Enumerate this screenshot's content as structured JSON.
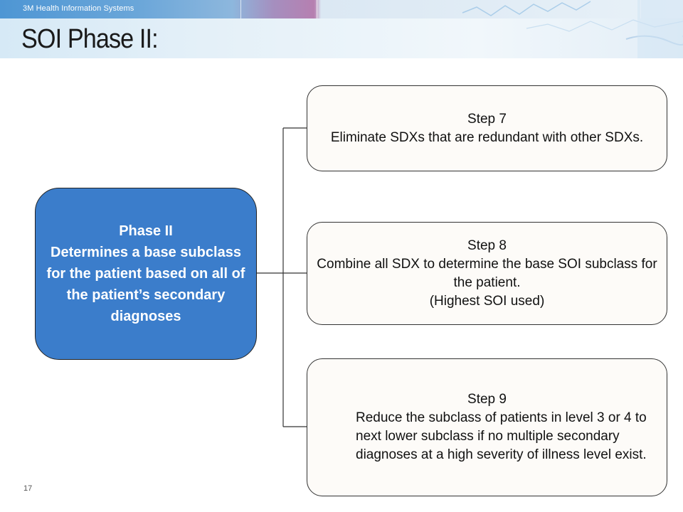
{
  "header": {
    "company": "3M Health Information Systems",
    "title": "SOI Phase II:"
  },
  "phase": {
    "title": "Phase II",
    "description": "Determines a base subclass for the patient based on all of the patient’s secondary diagnoses"
  },
  "steps": [
    {
      "label": "Step 7",
      "text": "Eliminate SDXs that are redundant with other SDXs."
    },
    {
      "label": "Step 8",
      "text": "Combine all SDX to determine the base SOI subclass for the  patient.",
      "note": "(Highest SOI used)"
    },
    {
      "label": "Step 9",
      "text": "Reduce the subclass of patients in level 3 or 4 to next lower subclass if no multiple secondary diagnoses at a high severity of illness level exist."
    }
  ],
  "footer": {
    "page_number": "17"
  },
  "colors": {
    "phase_fill": "#3b7dcb",
    "step_fill": "#fdfbf8",
    "border": "#333333",
    "banner_strip": "#4e96d4"
  }
}
